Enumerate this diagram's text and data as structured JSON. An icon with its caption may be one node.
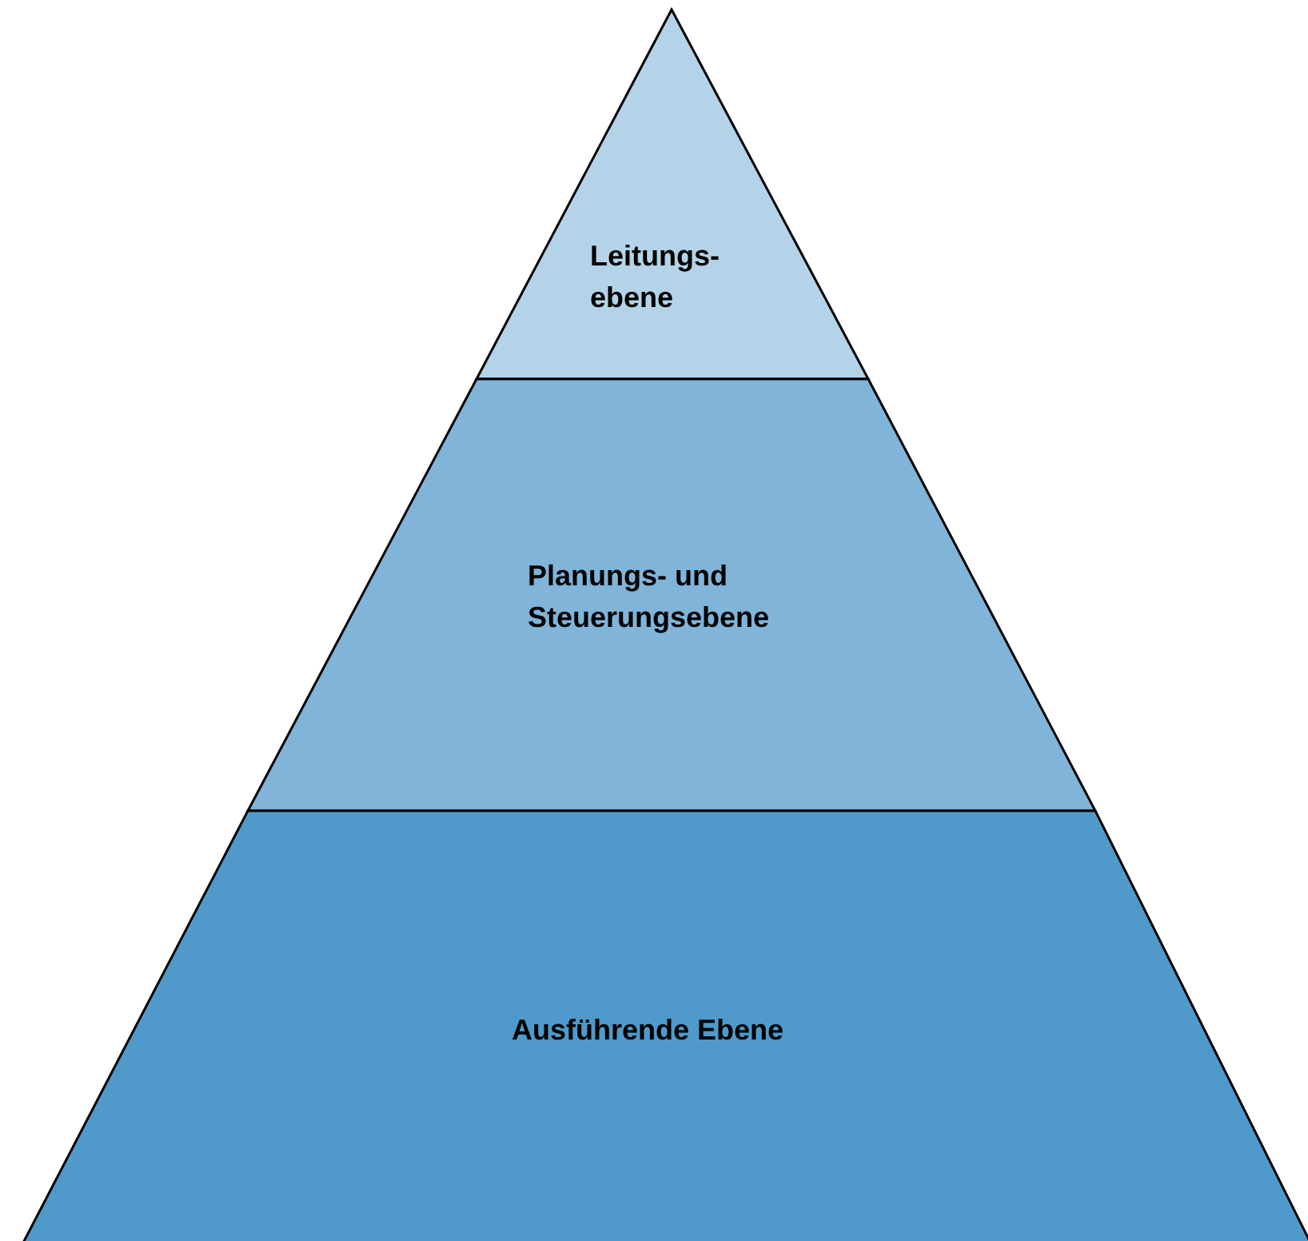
{
  "diagram": {
    "nodes": [
      {
        "text": [
          "Leitungs- ebene"
        ]
      },
      {
        "text": [
          "Planungs- und Steuerungsebene"
        ]
      },
      {
        "text": [
          "Ausführende Ebene"
        ]
      }
    ]
  }
}
